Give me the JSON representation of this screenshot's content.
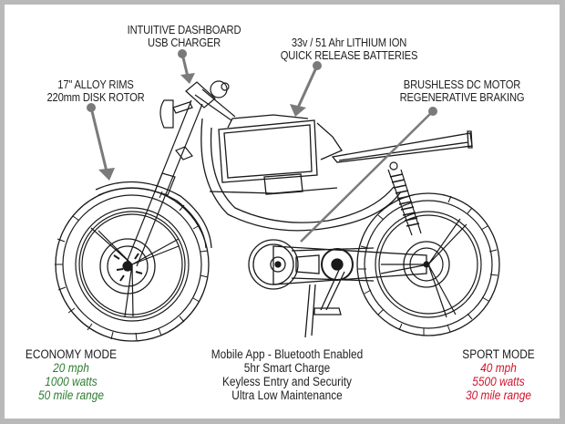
{
  "diagram": {
    "subject": "electric motorcycle line drawing",
    "callouts": [
      {
        "id": "dashboard",
        "lines": [
          "INTUITIVE DASHBOARD",
          "USB CHARGER"
        ]
      },
      {
        "id": "battery",
        "lines": [
          "33v / 51 Ahr LITHIUM ION",
          "QUICK RELEASE BATTERIES"
        ]
      },
      {
        "id": "rims",
        "lines": [
          "17\" ALLOY RIMS",
          "220mm DISK ROTOR"
        ]
      },
      {
        "id": "motor",
        "lines": [
          "BRUSHLESS DC MOTOR",
          "REGENERATIVE BRAKING"
        ]
      }
    ],
    "economy_mode": {
      "title": "ECONOMY MODE",
      "values": [
        "20 mph",
        "1000 watts",
        "50 mile range"
      ],
      "color": "#2e7d32"
    },
    "features": [
      "Mobile App - Bluetooth Enabled",
      "5hr Smart Charge",
      "Keyless Entry and Security",
      "Ultra Low Maintenance"
    ],
    "sport_mode": {
      "title": "SPORT MODE",
      "values": [
        "40 mph",
        "5500 watts",
        "30 mile range"
      ],
      "color": "#d0142c"
    },
    "colors": {
      "frame_border": "#b9b9b9",
      "pointer": "#7a7a7a",
      "line_art": "#1a1a1a"
    }
  }
}
